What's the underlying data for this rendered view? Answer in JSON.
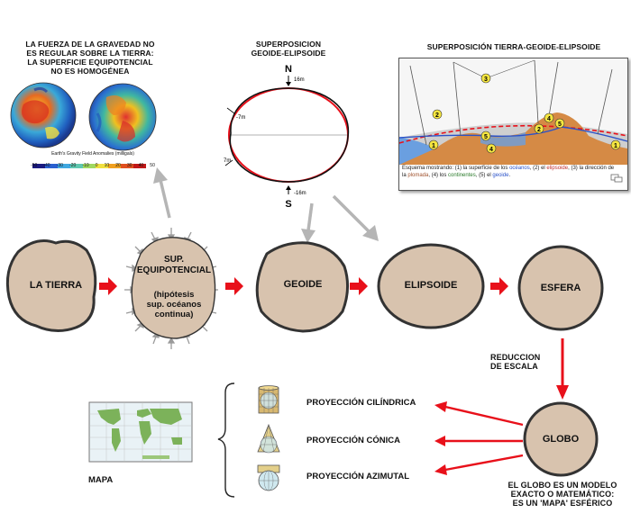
{
  "captions": {
    "gravity": [
      "LA FUERZA DE LA GRAVEDAD NO",
      "ES REGULAR SOBRE LA TIERRA:",
      "LA SUPERFICIE EQUIPOTENCIAL",
      "NO ES HOMOGÉNEA"
    ],
    "overlay_geoid_ellipsoid": [
      "SUPERPOSICION",
      "GEOIDE-ELIPSOIDE"
    ],
    "overlay_three": "SUPERPOSICIÓN TIERRA-GEOIDE-ELIPSOIDE"
  },
  "gravity_legend": {
    "title": "Earth's Gravity Field Anomalies (milligals)",
    "ticks": [
      "-50",
      "-40",
      "-30",
      "-20",
      "-10",
      "0",
      "10",
      "20",
      "30",
      "40",
      "50"
    ]
  },
  "geoid_ellipsoid": {
    "north": "N",
    "south": "S",
    "top_value": "16m",
    "left_top_value": "-7m",
    "left_bottom_value": "7m",
    "bottom_value": "-16m"
  },
  "inset": {
    "markers": [
      "1",
      "2",
      "3",
      "4",
      "5"
    ],
    "caption": {
      "p1": "Esquema mostrando: (1) la superficie de los ",
      "ocean": "océanos",
      "p2": ", (2) el ",
      "ellipsoid": "elipsoide",
      "p3": ", (3) la dirección de la ",
      "plumb": "plomada",
      "p4": ", (4) los ",
      "continents": "continentes",
      "p5": ", (5) el ",
      "geoid": "geoide",
      "p6": "."
    }
  },
  "nodes": {
    "tierra": "LA TIERRA",
    "equipotencial": [
      "SUP.",
      "EQUIPOTENCIAL"
    ],
    "equipotencial_note": [
      "(hipótesis",
      "sup. océanos",
      "continua)"
    ],
    "geoide": "GEOIDE",
    "elipsoide": "ELIPSOIDE",
    "esfera": "ESFERA",
    "globo": "GLOBO"
  },
  "reduccion": [
    "REDUCCION",
    "DE ESCALA"
  ],
  "projections": {
    "cylindrical": "PROYECCIÓN CILÍNDRICA",
    "conical": "PROYECCIÓN CÓNICA",
    "azimuthal": "PROYECCIÓN AZIMUTAL"
  },
  "mapa": "MAPA",
  "globo_note": [
    "EL GLOBO ES UN MODELO",
    "EXACTO O MATEMÁTICO:",
    "ES UN 'MAPA' ESFÉRICO"
  ],
  "colors": {
    "node_fill": "#d8c3ae",
    "red_arrow": "#e8101a",
    "gray_arrow": "#b5b5b5",
    "ellipse_red": "#e8101a"
  }
}
